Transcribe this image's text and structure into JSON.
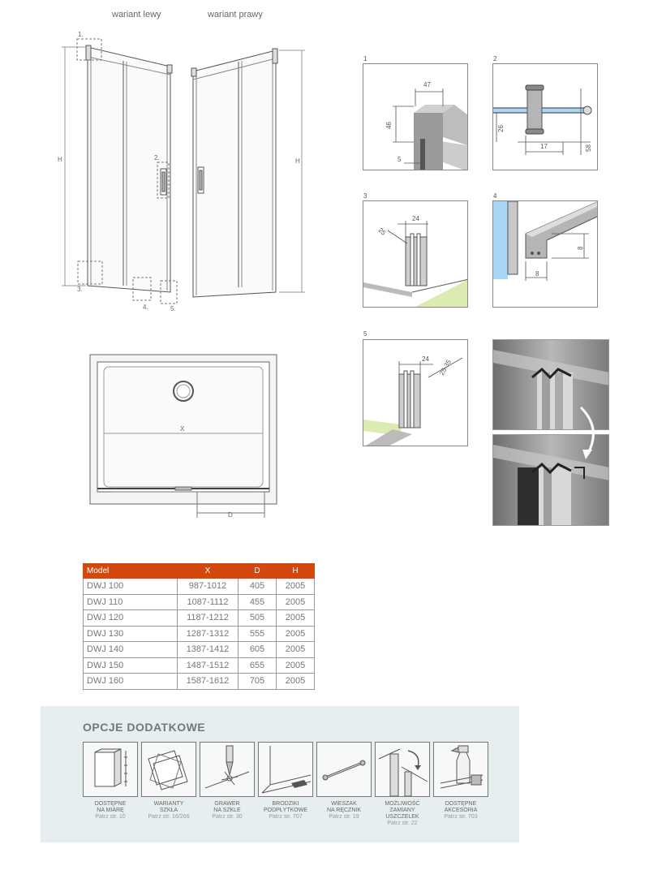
{
  "variants": {
    "left": "wariant lewy",
    "right": "wariant prawy"
  },
  "door_labels": {
    "h": "H",
    "c1": "1.",
    "c2": "2.",
    "c3": "3.",
    "c4": "4.",
    "c5": "5."
  },
  "plan_labels": {
    "x": "X",
    "d": "D"
  },
  "details": {
    "p1": {
      "num": "1",
      "dims": [
        "47",
        "46",
        "5"
      ]
    },
    "p2": {
      "num": "2",
      "dims": [
        "26",
        "17",
        "58"
      ]
    },
    "p3": {
      "num": "3",
      "dims": [
        "25",
        "24"
      ]
    },
    "p4": {
      "num": "4",
      "dims": [
        "8",
        "8"
      ]
    },
    "p5": {
      "num": "5",
      "dims": [
        "24",
        "25-35"
      ]
    }
  },
  "table": {
    "headers": [
      "Model",
      "X",
      "D",
      "H"
    ],
    "rows": [
      [
        "DWJ 100",
        "987-1012",
        "405",
        "2005"
      ],
      [
        "DWJ 110",
        "1087-1112",
        "455",
        "2005"
      ],
      [
        "DWJ 120",
        "1187-1212",
        "505",
        "2005"
      ],
      [
        "DWJ 130",
        "1287-1312",
        "555",
        "2005"
      ],
      [
        "DWJ 140",
        "1387-1412",
        "605",
        "2005"
      ],
      [
        "DWJ 150",
        "1487-1512",
        "655",
        "2005"
      ],
      [
        "DWJ 160",
        "1587-1612",
        "705",
        "2005"
      ]
    ]
  },
  "options": {
    "title": "OPCJE DODATKOWE",
    "items": [
      {
        "icon": "made-to-measure-icon",
        "label": [
          "DOSTĘPNE",
          "NA MIARĘ"
        ],
        "ref": [
          "Patrz str. 10"
        ]
      },
      {
        "icon": "glass-variants-icon",
        "label": [
          "WARIANTY",
          "SZKŁA"
        ],
        "ref": [
          "Patrz str. 16/266"
        ]
      },
      {
        "icon": "glass-engraving-icon",
        "label": [
          "GRAWER",
          "NA SZKLE"
        ],
        "ref": [
          "Patrz str. 30"
        ]
      },
      {
        "icon": "tile-drain-icon",
        "label": [
          "BRODZIKI",
          "PODPŁYTKOWE"
        ],
        "ref": [
          "Patrz str. 707"
        ]
      },
      {
        "icon": "towel-rail-icon",
        "label": [
          "WIESZAK",
          "NA RĘCZNIK"
        ],
        "ref": [
          "Patrz str. 19"
        ]
      },
      {
        "icon": "seal-replacement-icon",
        "label": [
          "MOŻLIWOŚĆ",
          "ZAMIANY",
          "USZCZELEK"
        ],
        "ref": [
          "Patrz str. 22"
        ]
      },
      {
        "icon": "accessories-spray-icon",
        "label": [
          "DOSTĘPNE",
          "AKCESORIA"
        ],
        "ref": [
          "Patrz str. 703"
        ]
      }
    ]
  }
}
